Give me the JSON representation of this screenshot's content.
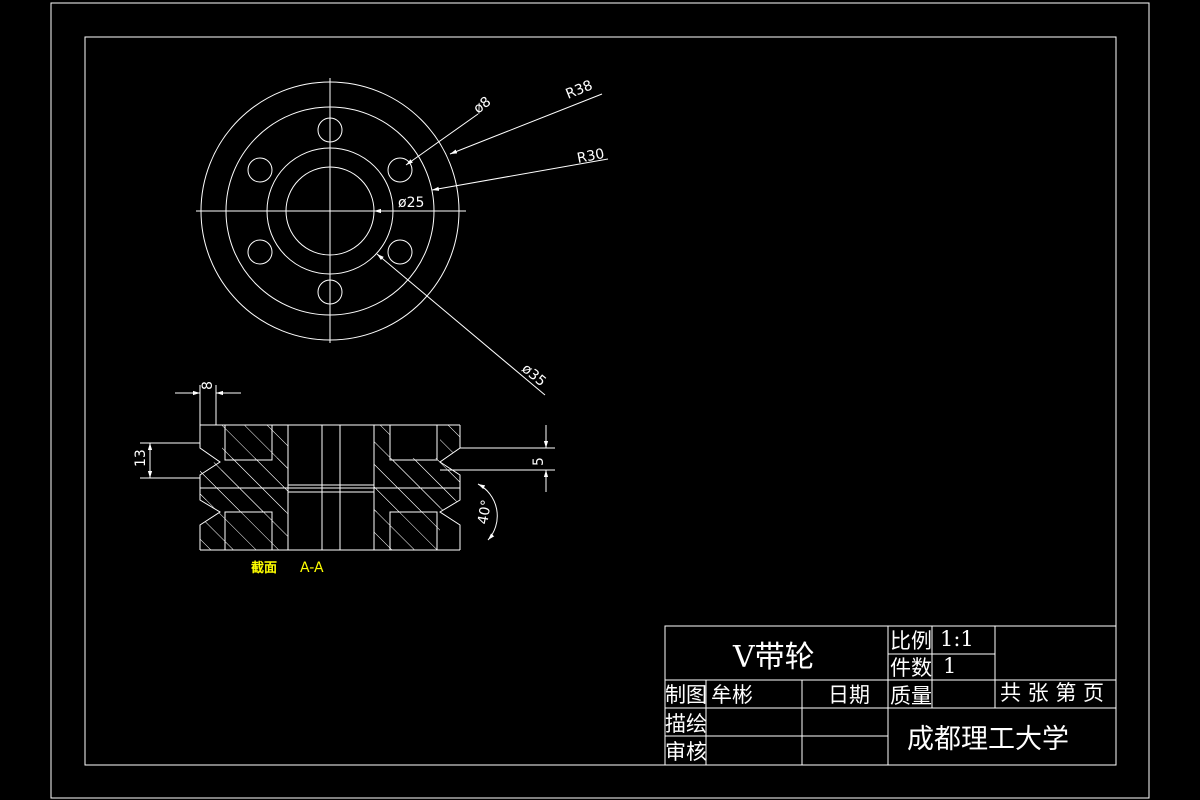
{
  "drawing": {
    "dims": {
      "d8": "ø8",
      "r38": "R38",
      "r30": "R30",
      "d25": "ø25",
      "d35": "ø35",
      "w8": "8",
      "h13": "13",
      "h5": "5",
      "ang40": "40°"
    },
    "section": {
      "label": "截面",
      "name": "A-A"
    }
  },
  "title_block": {
    "part_name": "V带轮",
    "scale_label": "比例",
    "scale_value": "1:1",
    "qty_label": "件数",
    "qty_value": "1",
    "drawn_label": "制图",
    "drawn_by": "牟彬",
    "date_label": "日期",
    "mass_label": "质量",
    "sheet_label": "共 张 第 页",
    "traced_label": "描绘",
    "checked_label": "审核",
    "institution": "成都理工大学"
  }
}
